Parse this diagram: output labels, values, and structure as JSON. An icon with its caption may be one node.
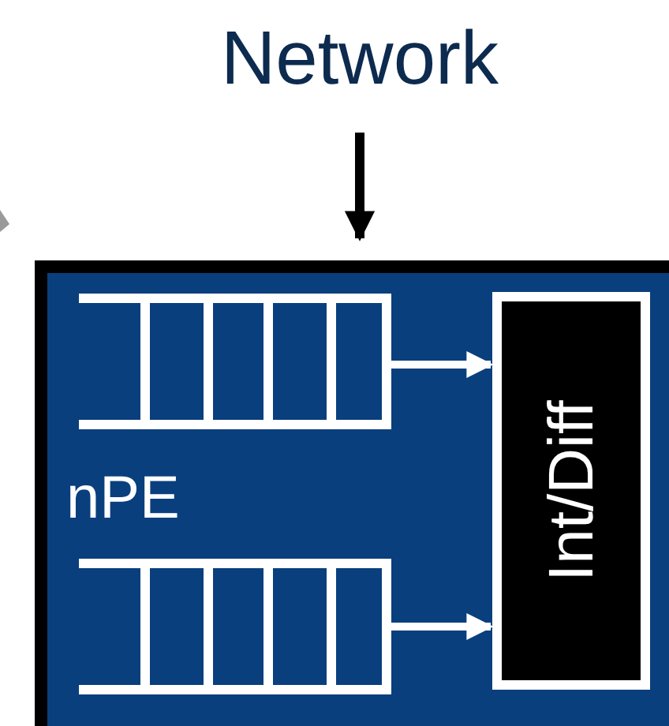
{
  "diagram": {
    "nodes": [
      {
        "text": [
          "Network"
        ]
      },
      {
        "text": [
          "nPE"
        ]
      },
      {
        "text": [],
        "shape": "queue",
        "in": 1
      },
      {
        "text": [],
        "shape": "queue",
        "in": 1
      },
      {
        "text": [
          "Int/Diff"
        ],
        "in": 1
      }
    ],
    "edges": [
      {
        "from": 0,
        "to": 1,
        "arrow": "to",
        "color": "#000000"
      },
      {
        "from": 2,
        "to": 4,
        "arrow": "to"
      },
      {
        "from": 3,
        "to": 4,
        "arrow": "to"
      }
    ]
  }
}
